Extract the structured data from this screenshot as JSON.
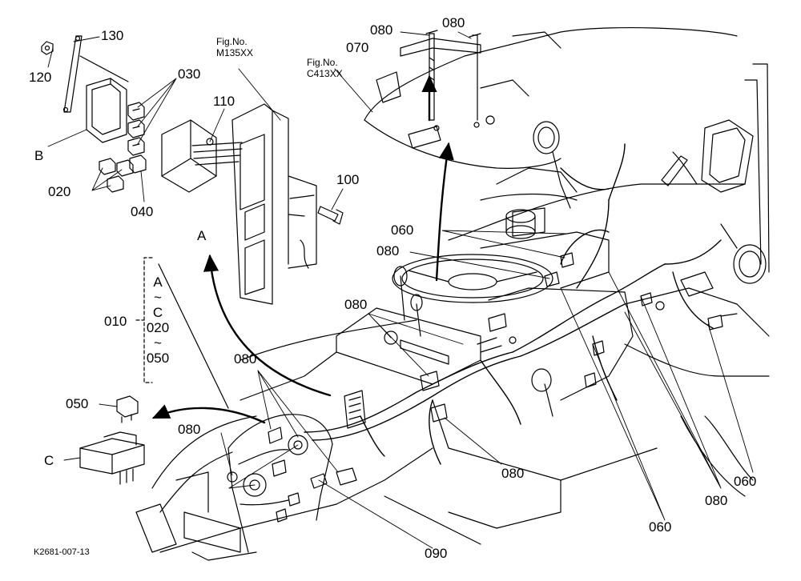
{
  "drawing_code": "K2681-007-13",
  "fig_refs": [
    {
      "line1": "Fig.No.",
      "line2": "M135XX"
    },
    {
      "line1": "Fig.No.",
      "line2": "C413XX"
    }
  ],
  "group_label": {
    "part": "010",
    "lines": [
      "A",
      "~",
      "C",
      "020",
      "~",
      "050"
    ]
  },
  "view_letters": {
    "a": "A",
    "b": "B",
    "c": "C"
  },
  "labels": {
    "p130": "130",
    "p120": "120",
    "p030": "030",
    "p110": "110",
    "p020": "020",
    "p040": "040",
    "p100": "100",
    "p080_top_left": "080",
    "p080_top_right": "080",
    "p070": "070",
    "p060_mid": "060",
    "p080_mid": "080",
    "p080_dash": "080",
    "p080_left": "080",
    "p050": "050",
    "p080_lower_left": "080",
    "p080_center": "080",
    "p090": "090",
    "p060_bottom": "060",
    "p080_bottom_right": "080",
    "p060_right": "060"
  }
}
